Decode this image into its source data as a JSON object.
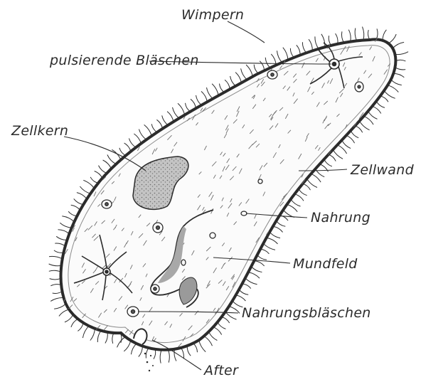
{
  "labels": {
    "cilia": "Wimpern",
    "contractile_vacuole": "pulsierende Bläschen",
    "nucleus": "Zellkern",
    "cell_wall": "Zellwand",
    "food": "Nahrung",
    "oral_groove": "Mundfeld",
    "food_vacuole": "Nahrungsbläschen",
    "anus": "After"
  },
  "colors": {
    "ink": "#2b2b2b",
    "nucleus_fill": "#b9b9b9",
    "body_fill": "#fbfbfb"
  }
}
